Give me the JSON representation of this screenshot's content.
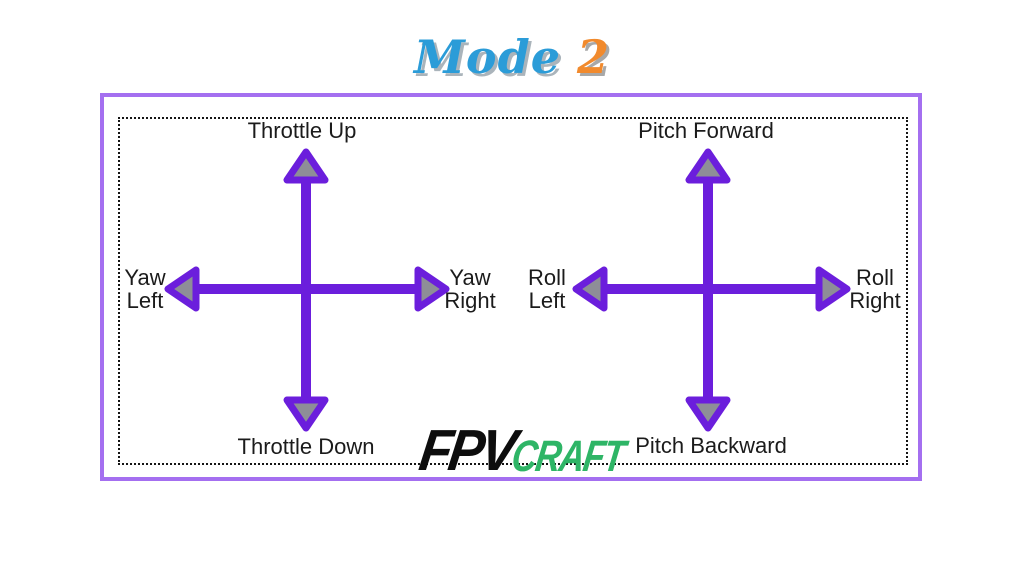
{
  "title": {
    "word": "Mode",
    "number": "2"
  },
  "left_stick": {
    "up": "Throttle Up",
    "down": "Throttle Down",
    "left_line1": "Yaw",
    "left_line2": "Left",
    "right_line1": "Yaw",
    "right_line2": "Right"
  },
  "right_stick": {
    "up": "Pitch Forward",
    "down": "Pitch Backward",
    "left_line1": "Roll",
    "left_line2": "Left",
    "right_line1": "Roll",
    "right_line2": "Right"
  },
  "logo": {
    "part1": "FPV",
    "part2": "CRAFT"
  },
  "colors": {
    "arrow_purple": "#6b1edc",
    "arrowhead_gray": "#8e8e97",
    "frame_purple": "#a46ff0",
    "dotted_border": "#141414",
    "title_blue": "#2b9cd8",
    "title_orange": "#f18a2d",
    "logo_black": "#0d0d0d",
    "logo_green": "#2eb566",
    "label_text": "#1b1b1b",
    "background": "#ffffff"
  }
}
